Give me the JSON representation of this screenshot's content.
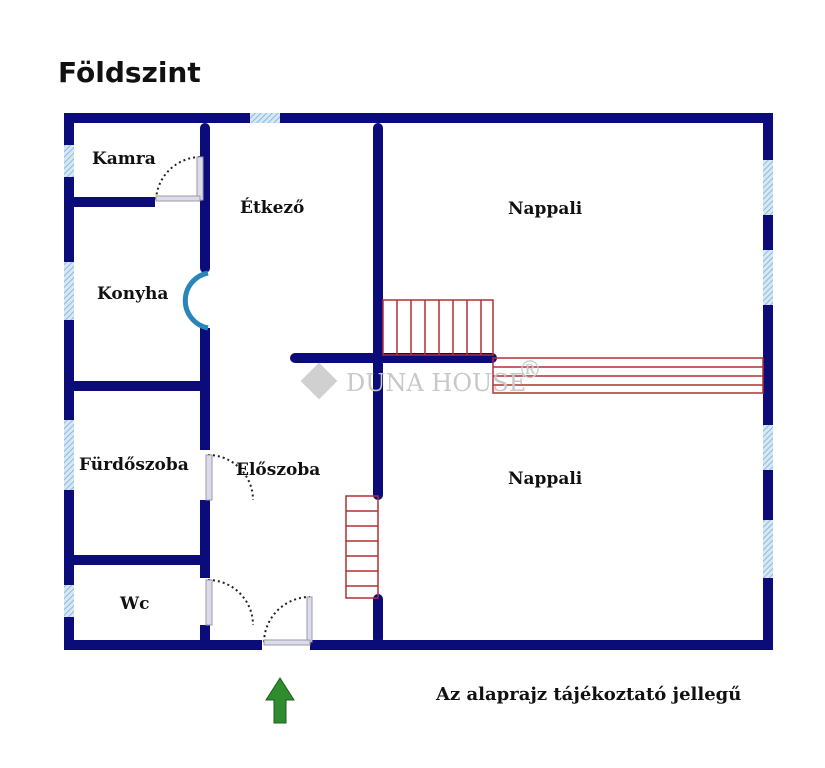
{
  "title": "Földszint",
  "rooms": {
    "kamra": "Kamra",
    "etkezo": "Étkező",
    "konyha": "Konyha",
    "furdoszoba": "Fürdőszoba",
    "eloszoba": "Előszoba",
    "wc": "Wc",
    "nappali_top": "Nappali",
    "nappali_bottom": "Nappali"
  },
  "watermark": "DUNA HOUSE",
  "watermark_mark": "®",
  "disclaimer": "Az alaprajz tájékoztató jellegű",
  "colors": {
    "wall": "#0b0b7a",
    "window": "#a9cbe6",
    "stairs": "#b03030",
    "arrow": "#2e8b2e",
    "arc_door": "#2a86b8"
  }
}
